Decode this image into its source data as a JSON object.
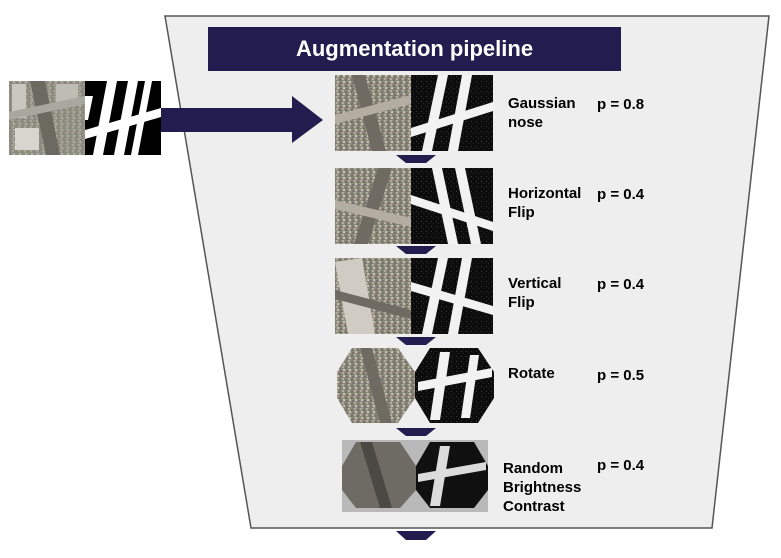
{
  "title": "Augmentation pipeline",
  "colors": {
    "accent": "#221c4f",
    "funnel_fill": "#eeeeee",
    "funnel_stroke": "#555555"
  },
  "steps": [
    {
      "name": "Gaussian\nnose",
      "p": "p = 0.8"
    },
    {
      "name": "Horizontal\nFlip",
      "p": "p = 0.4"
    },
    {
      "name": "Vertical\nFlip",
      "p": "p = 0.4"
    },
    {
      "name": "Rotate",
      "p": "p = 0.5"
    },
    {
      "name": "Random\nBrightness\nContrast",
      "p": "p = 0.4"
    }
  ]
}
